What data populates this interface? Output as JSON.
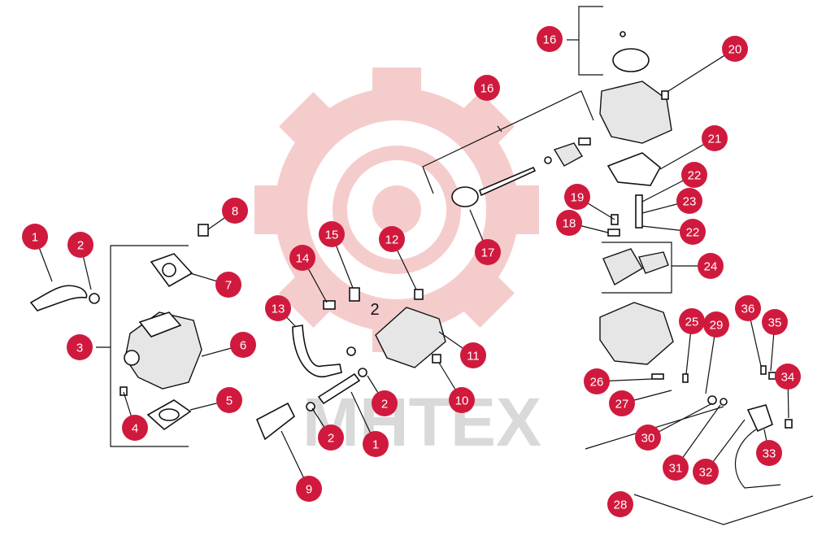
{
  "watermark_text": "MHTEX",
  "loose_label": "2",
  "callouts": [
    "1",
    "2",
    "3",
    "4",
    "5",
    "6",
    "7",
    "8",
    "9",
    "2",
    "1",
    "2",
    "13",
    "14",
    "15",
    "12",
    "11",
    "10",
    "16",
    "17",
    "16",
    "20",
    "21",
    "22",
    "23",
    "22",
    "19",
    "18",
    "24",
    "25",
    "29",
    "36",
    "35",
    "34",
    "26",
    "27",
    "30",
    "31",
    "32",
    "33",
    "28"
  ]
}
